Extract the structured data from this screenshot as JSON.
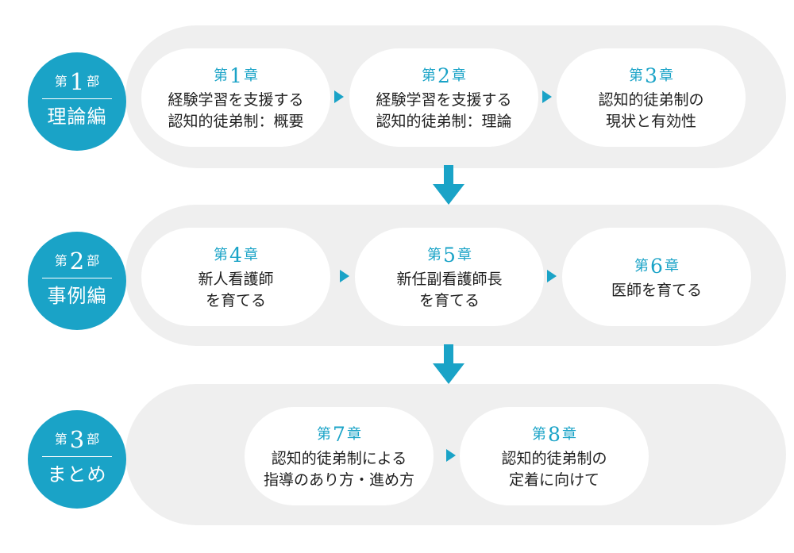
{
  "colors": {
    "accent": "#1aa3c7",
    "band": "#efefef",
    "card": "#ffffff",
    "text": "#1f1f1f"
  },
  "parts": [
    {
      "prefix": "第",
      "number": "1",
      "suffix": "部",
      "name": "理論編"
    },
    {
      "prefix": "第",
      "number": "2",
      "suffix": "部",
      "name": "事例編"
    },
    {
      "prefix": "第",
      "number": "3",
      "suffix": "部",
      "name": "まとめ"
    }
  ],
  "chapters": [
    {
      "prefix": "第",
      "number": "1",
      "suffix": "章",
      "lines": [
        "経験学習を支援する",
        "認知的徒弟制：概要"
      ]
    },
    {
      "prefix": "第",
      "number": "2",
      "suffix": "章",
      "lines": [
        "経験学習を支援する",
        "認知的徒弟制：理論"
      ]
    },
    {
      "prefix": "第",
      "number": "3",
      "suffix": "章",
      "lines": [
        "認知的徒弟制の",
        "現状と有効性"
      ]
    },
    {
      "prefix": "第",
      "number": "4",
      "suffix": "章",
      "lines": [
        "新人看護師",
        "を育てる"
      ]
    },
    {
      "prefix": "第",
      "number": "5",
      "suffix": "章",
      "lines": [
        "新任副看護師長",
        "を育てる"
      ]
    },
    {
      "prefix": "第",
      "number": "6",
      "suffix": "章",
      "lines": [
        "医師を育てる"
      ]
    },
    {
      "prefix": "第",
      "number": "7",
      "suffix": "章",
      "lines": [
        "認知的徒弟制による",
        "指導のあり方・進め方"
      ]
    },
    {
      "prefix": "第",
      "number": "8",
      "suffix": "章",
      "lines": [
        "認知的徒弟制の",
        "定着に向けて"
      ]
    }
  ]
}
